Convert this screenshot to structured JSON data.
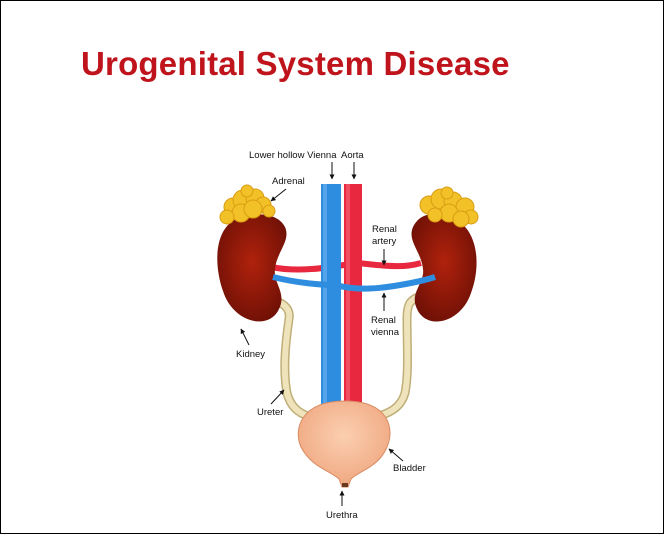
{
  "title": "Urogenital System Disease",
  "labels": {
    "lower_hollow_vienna": "Lower hollow Vienna",
    "aorta": "Aorta",
    "adrenal": "Adrenal",
    "renal_artery_1": "Renal",
    "renal_artery_2": "artery",
    "renal_vienna_1": "Renal",
    "renal_vienna_2": "vienna",
    "kidney": "Kidney",
    "ureter": "Ureter",
    "bladder": "Bladder",
    "urethra": "Urethra"
  },
  "colors": {
    "title": "#c0141c",
    "vein": "#2f8de0",
    "artery": "#e8283e",
    "kidney": "#8a1608",
    "adrenal": "#f2c128",
    "ureter": "#e9dcae",
    "bladder": "#f6b591"
  }
}
